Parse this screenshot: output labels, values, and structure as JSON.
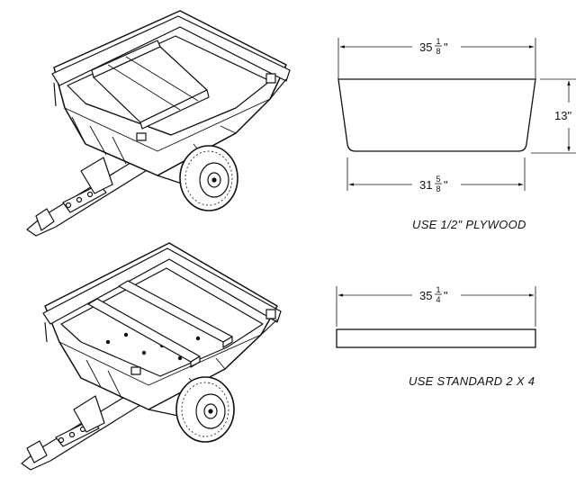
{
  "panel_top": {
    "top_width": {
      "whole": "35",
      "num": "1",
      "den": "8",
      "unit": "\""
    },
    "bottom_width": {
      "whole": "31",
      "num": "5",
      "den": "8",
      "unit": "\""
    },
    "height": "13\"",
    "note": "USE 1/2\" PLYWOOD"
  },
  "panel_bottom": {
    "width": {
      "whole": "35",
      "num": "1",
      "den": "4",
      "unit": "\""
    },
    "note": "USE STANDARD 2 X 4"
  }
}
